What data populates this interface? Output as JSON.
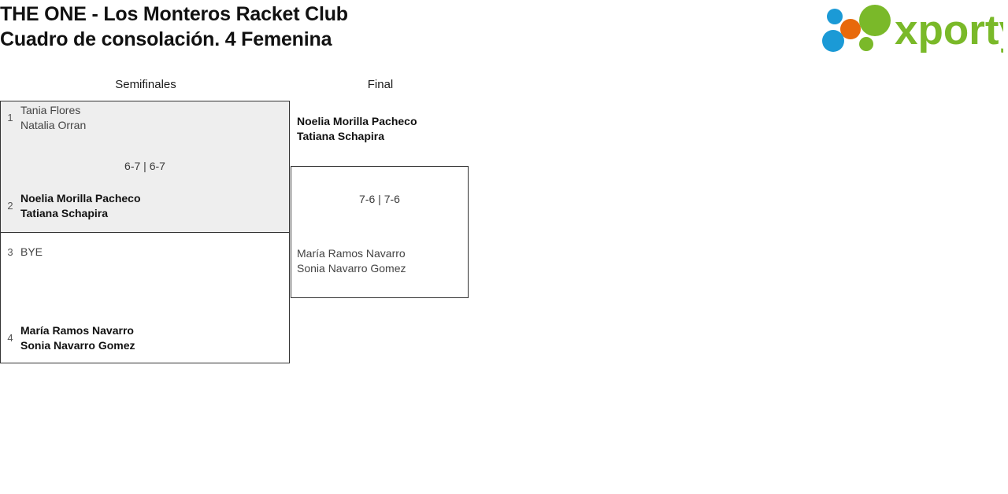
{
  "header": {
    "title": "THE ONE - Los Monteros Racket Club\nCuadro de consolación. 4 Femenina",
    "logo_text": "xporty",
    "logo_colors": {
      "green": "#7ab929",
      "orange": "#e8690b",
      "blue": "#1b9ad6"
    }
  },
  "bracket": {
    "rounds": [
      {
        "key": "semifinales",
        "label": "Semifinales"
      },
      {
        "key": "final",
        "label": "Final"
      }
    ],
    "semifinales": [
      {
        "match_index": 1,
        "highlighted": true,
        "score": "6-7 | 6-7",
        "teams": [
          {
            "seed": "1",
            "players": "Tania Flores\nNatalia Orran",
            "winner": false
          },
          {
            "seed": "2",
            "players": "Noelia Morilla Pacheco\nTatiana Schapira",
            "winner": true
          }
        ]
      },
      {
        "match_index": 2,
        "highlighted": false,
        "score": "",
        "teams": [
          {
            "seed": "3",
            "players": "BYE",
            "winner": false
          },
          {
            "seed": "4",
            "players": "María Ramos Navarro\nSonia Navarro Gomez",
            "winner": true
          }
        ]
      }
    ],
    "final": [
      {
        "match_index": 1,
        "highlighted": false,
        "score": "7-6 | 7-6",
        "teams": [
          {
            "seed": "",
            "players": "Noelia Morilla Pacheco\nTatiana Schapira",
            "winner": true
          },
          {
            "seed": "",
            "players": "María Ramos Navarro\nSonia Navarro Gomez",
            "winner": false
          }
        ]
      }
    ]
  }
}
